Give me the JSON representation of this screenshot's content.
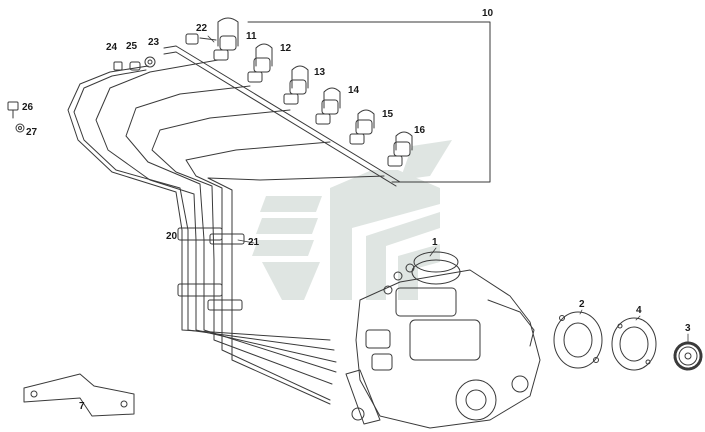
{
  "diagram": {
    "callouts": [
      {
        "id": "1",
        "text": "1"
      },
      {
        "id": "2",
        "text": "2"
      },
      {
        "id": "3",
        "text": "3"
      },
      {
        "id": "4",
        "text": "4"
      },
      {
        "id": "7",
        "text": "7"
      },
      {
        "id": "10",
        "text": "10"
      },
      {
        "id": "11",
        "text": "11"
      },
      {
        "id": "12",
        "text": "12"
      },
      {
        "id": "13",
        "text": "13"
      },
      {
        "id": "14",
        "text": "14"
      },
      {
        "id": "15",
        "text": "15"
      },
      {
        "id": "16",
        "text": "16"
      },
      {
        "id": "20",
        "text": "20"
      },
      {
        "id": "21",
        "text": "21"
      },
      {
        "id": "22",
        "text": "22"
      },
      {
        "id": "23",
        "text": "23"
      },
      {
        "id": "24",
        "text": "24"
      },
      {
        "id": "25",
        "text": "25"
      },
      {
        "id": "26",
        "text": "26"
      },
      {
        "id": "27",
        "text": "27"
      }
    ]
  },
  "colors": {
    "line": "#3a3a3a",
    "watermark": "#dfe5e2"
  }
}
